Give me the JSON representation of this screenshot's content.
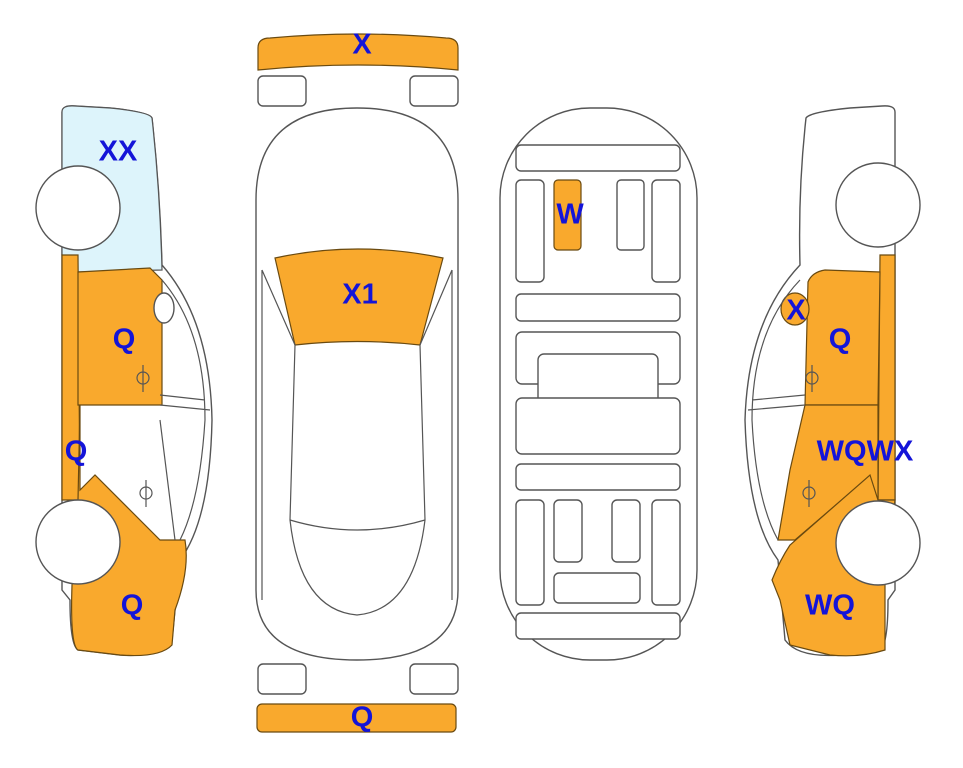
{
  "colors": {
    "damaged": "#F9A92D",
    "marked_light": "#DDF4FB",
    "label": "#1414D8",
    "outline": "#555555"
  },
  "views": {
    "left_side": {
      "labels": {
        "hood": "XX",
        "front_door": "Q",
        "rocker": "Q",
        "rear_quarter": "Q"
      }
    },
    "top": {
      "labels": {
        "front_bumper": "X",
        "windshield": "X1",
        "rear_bumper": "Q"
      }
    },
    "interior": {
      "labels": {
        "seat": "W"
      }
    },
    "right_side": {
      "labels": {
        "mirror": "X",
        "front_door": "Q",
        "rear_door": "WQWX",
        "rear_quarter": "WQ"
      }
    }
  }
}
